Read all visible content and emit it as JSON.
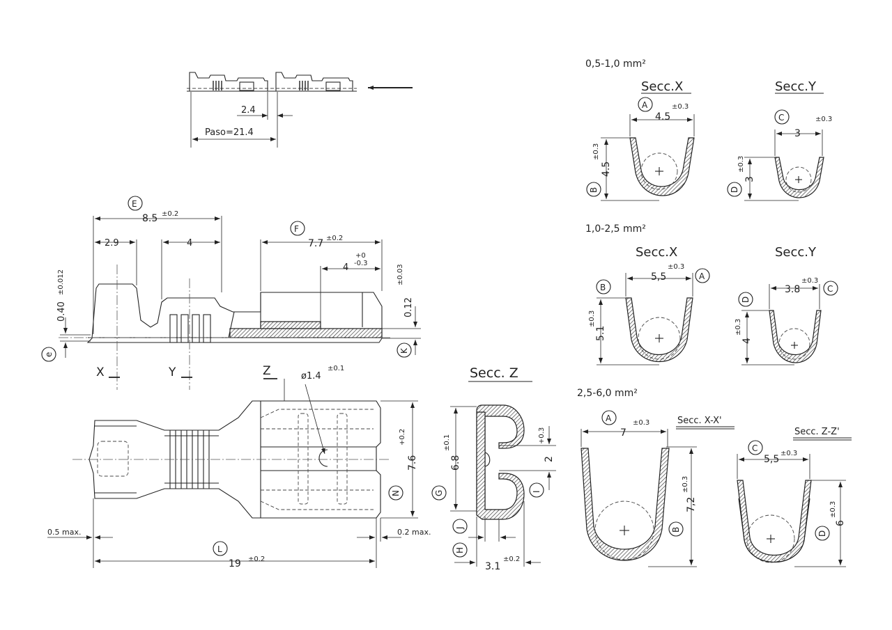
{
  "strip": {
    "pitch": "2.4",
    "paso": "Paso=21.4"
  },
  "terminal": {
    "E": "E",
    "dim_E": "8.5",
    "tol_E": "±0.2",
    "dim_29": "2.9",
    "dim_4a": "4",
    "F": "F",
    "dim_F": "7.7",
    "tol_F": "±0.2",
    "dim_4b": "4",
    "tol_4b_plus": "+0",
    "tol_4b_minus": "-0.3",
    "dim_012": "0.12",
    "tol_012": "±0.03",
    "dim_040": "0.40",
    "tol_040": "±0.012",
    "e": "e",
    "K": "K",
    "X": "X",
    "Y": "Y",
    "Z": "Z",
    "hole": "ø1.4",
    "tol_hole": "±0.1",
    "dim_76": "7.6",
    "tol_76": "+0.2",
    "N": "N",
    "dim_05max": "0.5 max.",
    "dim_02max": "0.2 max.",
    "L": "L",
    "dim_19": "19",
    "tol_19": "±0.2"
  },
  "secc_z": {
    "title": "Secc.  Z",
    "dim_68": "6.8",
    "tol_68": "±0.1",
    "dim_2": "2",
    "tol_2": "+0.3",
    "G": "G",
    "I": "I",
    "J": "J",
    "H": "H",
    "dim_31": "3.1",
    "tol_31": "±0.2"
  },
  "range1": {
    "label": "0,5-1,0 mm²",
    "x_title": "Secc.X",
    "y_title": "Secc.Y",
    "A": "A",
    "dim_A": "4.5",
    "tol_A": "±0.3",
    "B": "B",
    "dim_B": "4.5",
    "tol_B": "±0.3",
    "C": "C",
    "dim_C": "3",
    "tol_C": "±0.3",
    "D": "D",
    "dim_D": "3",
    "tol_D": "±0.3"
  },
  "range2": {
    "label": "1,0-2,5 mm²",
    "x_title": "Secc.X",
    "y_title": "Secc.Y",
    "A": "A",
    "dim_A": "5,5",
    "tol_A": "±0.3",
    "B": "B",
    "dim_B": "5.1",
    "tol_B": "±0.3",
    "C": "C",
    "dim_C": "3.8",
    "tol_C": "±0.3",
    "D": "D",
    "dim_D": "4",
    "tol_D": "±0.3"
  },
  "range3": {
    "label": "2,5-6,0 mm²",
    "x_title": "Secc.  X-X'",
    "y_title": "Secc.  Z-Z'",
    "A": "A",
    "dim_A": "7",
    "tol_A": "±0.3",
    "B": "B",
    "dim_B": "7,2",
    "tol_B": "±0.3",
    "C": "C",
    "dim_C": "5,5",
    "tol_C": "±0.3",
    "D": "D",
    "dim_D": "6",
    "tol_D": "±0.3"
  }
}
